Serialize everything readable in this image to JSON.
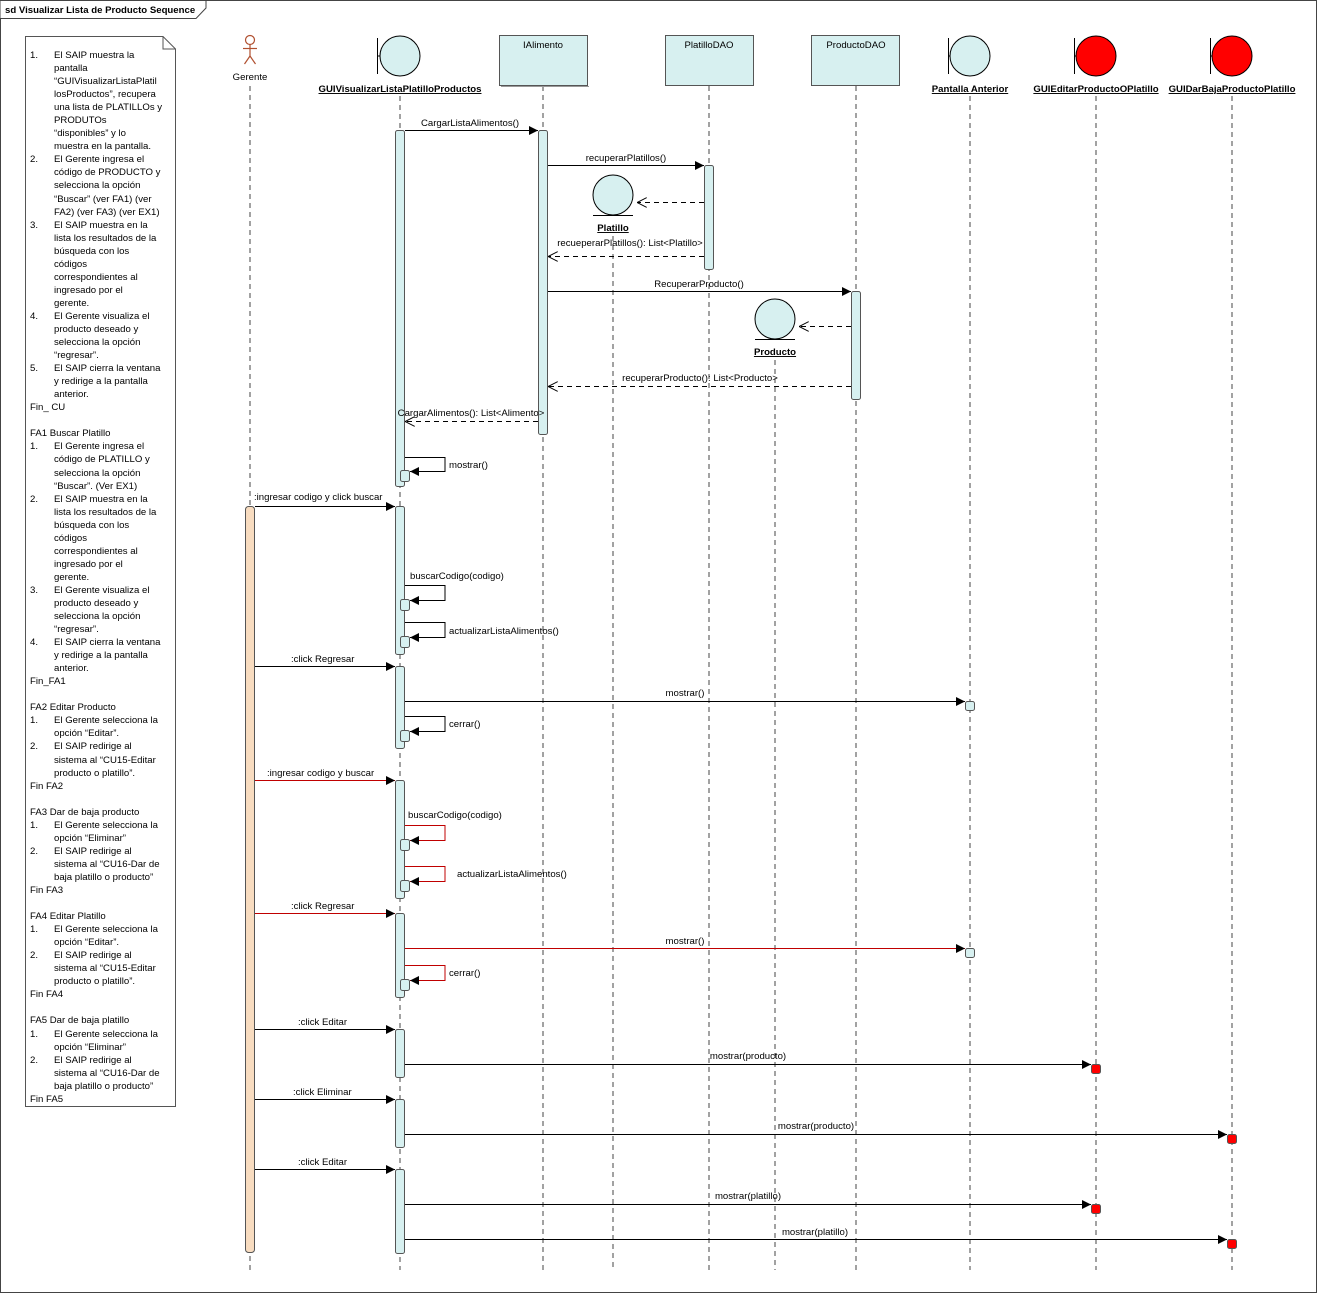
{
  "frame_title": "sd Visualizar Lista de Producto Sequence",
  "participants": [
    {
      "id": "gerente",
      "kind": "actor",
      "label": "Gerente"
    },
    {
      "id": "gui",
      "kind": "boundary",
      "label": "GUIVisualizarListaPlatilloProductos"
    },
    {
      "id": "ialimento",
      "kind": "class",
      "label": "IAlimento"
    },
    {
      "id": "platillodao",
      "kind": "class",
      "label": "PlatilloDAO"
    },
    {
      "id": "productodao",
      "kind": "class",
      "label": "ProductoDAO"
    },
    {
      "id": "pantalla",
      "kind": "boundary",
      "label": "Pantalla Anterior"
    },
    {
      "id": "editar",
      "kind": "boundary-red",
      "label": "GUIEditarProductoOPlatillo"
    },
    {
      "id": "baja",
      "kind": "boundary-red",
      "label": "GUIDarBajaProductoPlatillo"
    }
  ],
  "entities": [
    {
      "id": "platillo",
      "label": "Platillo"
    },
    {
      "id": "producto",
      "label": "Producto"
    }
  ],
  "messages": [
    {
      "id": "m1",
      "label": "CargarListaAlimentos()"
    },
    {
      "id": "m2",
      "label": "recuperarPlatillos()"
    },
    {
      "id": "m3",
      "label": "recueperarPlatillos(): List<Platillo>"
    },
    {
      "id": "m4",
      "label": "RecuperarProducto()"
    },
    {
      "id": "m5",
      "label": "recuperarProducto(): List<Producto>"
    },
    {
      "id": "m6",
      "label": "CargarAlimentos(): List<Alimento>"
    },
    {
      "id": "m7",
      "label": "mostrar()"
    },
    {
      "id": "m8",
      "label": ":ingresar codigo y click buscar"
    },
    {
      "id": "m9",
      "label": "buscarCodigo(codigo)"
    },
    {
      "id": "m10",
      "label": "actualizarListaAlimentos()"
    },
    {
      "id": "m11",
      "label": ":click Regresar"
    },
    {
      "id": "m12",
      "label": "mostrar()"
    },
    {
      "id": "m13",
      "label": "cerrar()"
    },
    {
      "id": "m14",
      "label": ":ingresar codigo y buscar"
    },
    {
      "id": "m15",
      "label": "buscarCodigo(codigo)"
    },
    {
      "id": "m16",
      "label": "actualizarListaAlimentos()"
    },
    {
      "id": "m17",
      "label": ":click Regresar"
    },
    {
      "id": "m18",
      "label": "mostrar()"
    },
    {
      "id": "m19",
      "label": "cerrar()"
    },
    {
      "id": "m20",
      "label": ":click Editar"
    },
    {
      "id": "m21",
      "label": "mostrar(producto)"
    },
    {
      "id": "m22",
      "label": ":click Eliminar"
    },
    {
      "id": "m23",
      "label": "mostrar(producto)"
    },
    {
      "id": "m24",
      "label": ":click Editar"
    },
    {
      "id": "m25",
      "label": "mostrar(platillo)"
    },
    {
      "id": "m26",
      "label": "mostrar(platillo)"
    }
  ],
  "note_lines": [
    {
      "n": "1.",
      "t": "El SAIP muestra la"
    },
    {
      "n": "",
      "t": "pantalla"
    },
    {
      "n": "",
      "t": "“GUIVisualizarListaPlatil"
    },
    {
      "n": "",
      "t": "losProductos”, recupera"
    },
    {
      "n": "",
      "t": "una lista de PLATILLOs y"
    },
    {
      "n": "",
      "t": "PRODUTOs"
    },
    {
      "n": "",
      "t": "“disponibles” y lo"
    },
    {
      "n": "",
      "t": "muestra en la pantalla."
    },
    {
      "n": "2.",
      "t": "El Gerente ingresa el"
    },
    {
      "n": "",
      "t": "código de PRODUCTO y"
    },
    {
      "n": "",
      "t": "selecciona la opción"
    },
    {
      "n": "",
      "t": "“Buscar” (ver FA1) (ver"
    },
    {
      "n": "",
      "t": "FA2) (ver FA3) (ver EX1)"
    },
    {
      "n": "3.",
      "t": "El SAIP muestra en la"
    },
    {
      "n": "",
      "t": "lista los resultados de la"
    },
    {
      "n": "",
      "t": "búsqueda con los"
    },
    {
      "n": "",
      "t": "códigos"
    },
    {
      "n": "",
      "t": "correspondientes al"
    },
    {
      "n": "",
      "t": "ingresado por el"
    },
    {
      "n": "",
      "t": "gerente."
    },
    {
      "n": "4.",
      "t": "El Gerente visualiza el"
    },
    {
      "n": "",
      "t": "producto deseado y"
    },
    {
      "n": "",
      "t": "selecciona la opción"
    },
    {
      "n": "",
      "t": "“regresar”."
    },
    {
      "n": "5.",
      "t": "El SAIP cierra la ventana"
    },
    {
      "n": "",
      "t": "y redirige a la pantalla"
    },
    {
      "n": "",
      "t": "anterior."
    },
    {
      "h": "Fin_ CU"
    },
    {
      "h": ""
    },
    {
      "h": "FA1 Buscar Platillo"
    },
    {
      "n": "1.",
      "t": "El Gerente ingresa el"
    },
    {
      "n": "",
      "t": "código de PLATILLO y"
    },
    {
      "n": "",
      "t": "selecciona la opción"
    },
    {
      "n": "",
      "t": "“Buscar”. (Ver EX1)"
    },
    {
      "n": "2.",
      "t": "El SAIP muestra en la"
    },
    {
      "n": "",
      "t": "lista los resultados de la"
    },
    {
      "n": "",
      "t": "búsqueda con los"
    },
    {
      "n": "",
      "t": "códigos"
    },
    {
      "n": "",
      "t": "correspondientes al"
    },
    {
      "n": "",
      "t": "ingresado por el"
    },
    {
      "n": "",
      "t": "gerente."
    },
    {
      "n": "3.",
      "t": "El Gerente visualiza el"
    },
    {
      "n": "",
      "t": "producto deseado y"
    },
    {
      "n": "",
      "t": "selecciona la opción"
    },
    {
      "n": "",
      "t": "“regresar”."
    },
    {
      "n": "4.",
      "t": "El SAIP cierra la ventana"
    },
    {
      "n": "",
      "t": "y redirige a la pantalla"
    },
    {
      "n": "",
      "t": "anterior."
    },
    {
      "h": "Fin_FA1"
    },
    {
      "h": ""
    },
    {
      "h": "FA2 Editar Producto"
    },
    {
      "n": "1.",
      "t": "El Gerente selecciona la"
    },
    {
      "n": "",
      "t": "opción “Editar”."
    },
    {
      "n": "2.",
      "t": "El SAIP redirige al"
    },
    {
      "n": "",
      "t": "sistema al “CU15-Editar"
    },
    {
      "n": "",
      "t": "producto o platillo”."
    },
    {
      "h": "Fin FA2"
    },
    {
      "h": ""
    },
    {
      "h": "FA3 Dar de baja producto"
    },
    {
      "n": "1.",
      "t": "El Gerente selecciona la"
    },
    {
      "n": "",
      "t": "opción “Eliminar”"
    },
    {
      "n": "2.",
      "t": "El SAIP redirige al"
    },
    {
      "n": "",
      "t": "sistema al “CU16-Dar de"
    },
    {
      "n": "",
      "t": "baja platillo o producto”"
    },
    {
      "h": "Fin FA3"
    },
    {
      "h": ""
    },
    {
      "h": "FA4 Editar Platillo"
    },
    {
      "n": "1.",
      "t": "El Gerente selecciona la"
    },
    {
      "n": "",
      "t": "opción “Editar”."
    },
    {
      "n": "2.",
      "t": "El SAIP redirige al"
    },
    {
      "n": "",
      "t": "sistema al “CU15-Editar"
    },
    {
      "n": "",
      "t": "producto o platillo”."
    },
    {
      "h": "Fin FA4"
    },
    {
      "h": ""
    },
    {
      "h": "FA5 Dar de baja platillo"
    },
    {
      "n": "1.",
      "t": "El Gerente selecciona la"
    },
    {
      "n": "",
      "t": "opción “Eliminar”"
    },
    {
      "n": "2.",
      "t": "El SAIP redirige al"
    },
    {
      "n": "",
      "t": "sistema al “CU16-Dar de"
    },
    {
      "n": "",
      "t": "baja platillo o producto”"
    },
    {
      "h": "Fin FA5"
    }
  ],
  "colors": {
    "lifeline_box_fill": "#d7f0f0",
    "activation_fill": "#d7f0f0",
    "actor_activation_fill": "#f8dcc0",
    "boundary_red_fill": "#ff0000",
    "alt_message_color": "#c00000",
    "line": "#000000"
  }
}
